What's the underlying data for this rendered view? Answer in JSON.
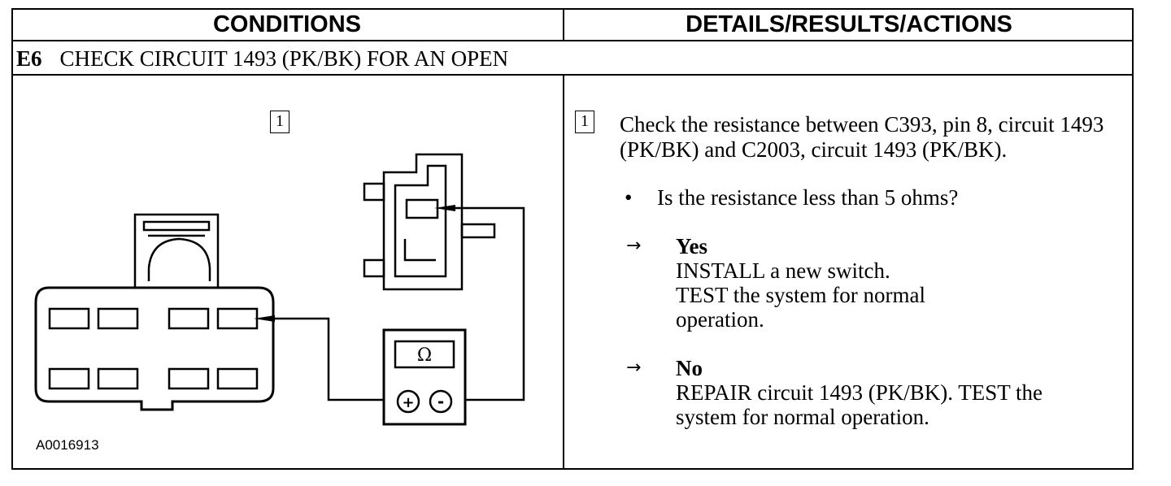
{
  "header": {
    "conditions": "CONDITIONS",
    "details": "DETAILS/RESULTS/ACTIONS"
  },
  "step": {
    "code": "E6",
    "title": "CHECK CIRCUIT 1493 (PK/BK) FOR AN OPEN"
  },
  "figure": {
    "step_marker": "1",
    "meter_symbol": "Ω",
    "plus": "+",
    "minus": "-",
    "figure_id": "A0016913"
  },
  "details": {
    "step_marker": "1",
    "instruction": "Check the resistance between C393, pin 8, circuit 1493 (PK/BK) and C2003, circuit 1493 (PK/BK).",
    "question": "Is the resistance less than 5 ohms?",
    "answers": [
      {
        "label": "Yes",
        "lines": [
          "INSTALL a new switch.",
          "TEST the system for normal",
          "operation."
        ]
      },
      {
        "label": "No",
        "lines": [
          "REPAIR circuit 1493 (PK/BK). TEST the",
          "system for normal operation."
        ]
      }
    ]
  }
}
